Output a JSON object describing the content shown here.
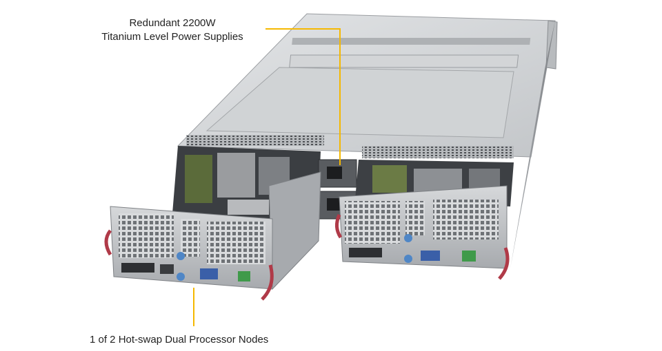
{
  "callouts": {
    "power_supplies": {
      "line1": "Redundant 2200W",
      "line2": "Titanium Level Power Supplies"
    },
    "nodes": {
      "text": "1 of 2 Hot-swap Dual Processor Nodes"
    }
  },
  "colors": {
    "background": "#ffffff",
    "callout_line": "#f5b800",
    "chassis": "#c9cccf",
    "chassis_dark": "#8f9296",
    "handle": "#b03a48",
    "port_blue": "#3a5fa8",
    "port_green": "#3f9a4a"
  }
}
